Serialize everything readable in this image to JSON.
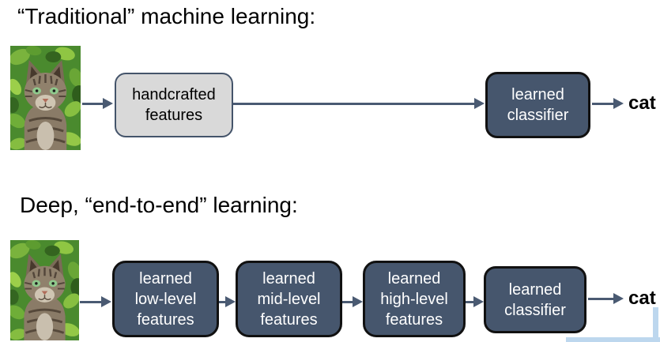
{
  "colors": {
    "background": "#ffffff",
    "title_text": "#000000",
    "dark_box_fill": "#46566d",
    "dark_box_border": "#111111",
    "light_box_fill": "#d9d9d9",
    "light_box_border": "#44546a",
    "arrow": "#4a5a72",
    "box_text_dark": "#ffffff",
    "box_text_light": "#000000",
    "highlight_blue": "#bdd7ee"
  },
  "traditional": {
    "title": "“Traditional” machine learning:",
    "input_image": "tabby-cat-photo",
    "boxes": [
      {
        "style": "light",
        "lines": [
          "handcrafted",
          "features"
        ]
      },
      {
        "style": "dark",
        "lines": [
          "learned",
          "classifier"
        ]
      }
    ],
    "output_label": "cat"
  },
  "deep": {
    "title": "Deep, “end-to-end” learning:",
    "input_image": "tabby-cat-photo",
    "boxes": [
      {
        "style": "dark",
        "lines": [
          "learned",
          "low-level",
          "features"
        ]
      },
      {
        "style": "dark",
        "lines": [
          "learned",
          "mid-level",
          "features"
        ]
      },
      {
        "style": "dark",
        "lines": [
          "learned",
          "high-level",
          "features"
        ]
      },
      {
        "style": "dark",
        "lines": [
          "learned",
          "classifier"
        ]
      }
    ],
    "output_label": "cat"
  }
}
